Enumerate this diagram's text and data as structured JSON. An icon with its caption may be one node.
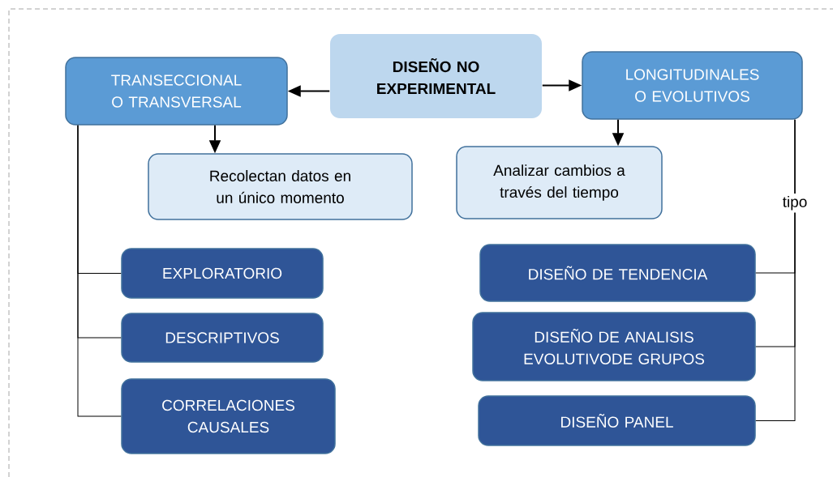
{
  "diagram": {
    "nodes": [
      {
        "text": [
          "DISEÑO NO EXPERIMENTAL"
        ]
      },
      {
        "text": [
          "TRANSECCIONAL O TRANSVERSAL"
        ]
      },
      {
        "text": [
          "LONGITUDINALES O EVOLUTIVOS"
        ]
      },
      {
        "text": [
          "Recolectan datos en un único momento"
        ]
      },
      {
        "text": [
          "Analizar cambios a través del tiempo"
        ]
      },
      {
        "text": [
          "EXPLORATORIO"
        ]
      },
      {
        "text": [
          "DESCRIPTIVOS"
        ]
      },
      {
        "text": [
          "CORRELACIONES CAUSALES"
        ]
      },
      {
        "text": [
          "DISEÑO DE TENDENCIA"
        ]
      },
      {
        "text": [
          "DISEÑO DE ANALISIS EVOLUTIVODE GRUPOS"
        ]
      },
      {
        "text": [
          "DISEÑO PANEL"
        ]
      }
    ],
    "edges": [
      {
        "from": 0,
        "to": 1,
        "arrow": "to"
      },
      {
        "from": 0,
        "to": 2,
        "arrow": "to"
      },
      {
        "from": 1,
        "to": 3,
        "arrow": "to"
      },
      {
        "from": 2,
        "to": 4,
        "arrow": "to"
      },
      {
        "from": 1,
        "to": 5,
        "arrow": "none"
      },
      {
        "from": 1,
        "to": 6,
        "arrow": "none"
      },
      {
        "from": 1,
        "to": 7,
        "arrow": "none"
      },
      {
        "from": 2,
        "to": 8,
        "arrow": "none",
        "label": "tipo"
      },
      {
        "from": 2,
        "to": 9,
        "arrow": "none"
      },
      {
        "from": 2,
        "to": 10,
        "arrow": "none"
      }
    ]
  }
}
